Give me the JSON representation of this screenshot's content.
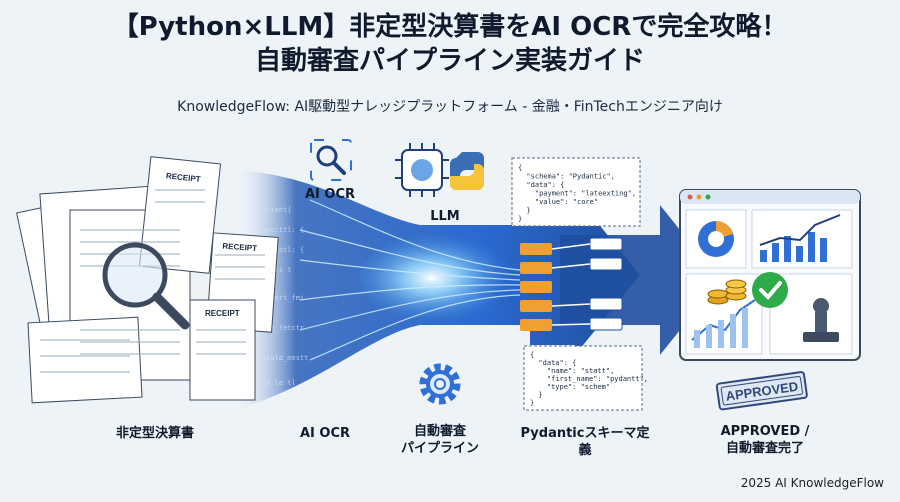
{
  "header": {
    "title_line1": "【Python×LLM】非定型決算書をAI OCRで完全攻略！",
    "title_line2": "自動審査パイプライン実装ガイド",
    "subtitle": "KnowledgeFlow: AI駆動型ナレッジプラットフォーム - 金融・FinTechエンジニア向け"
  },
  "top_labels": {
    "ai_ocr": "AI OCR",
    "llm": "LLM"
  },
  "bottom_labels": {
    "documents": "非定型決算書",
    "ai_ocr": "AI OCR",
    "pipeline_line1": "自動審査",
    "pipeline_line2": "パイプライン",
    "schema": "Pydanticスキーマ定義",
    "approved_line1": "APPROVED /",
    "approved_line2": "自動審査完了"
  },
  "receipt_label": "RECEIPT",
  "stamp_text": "APPROVED",
  "code_top": [
    "{",
    "  \"schema\": \"Pydantic\",",
    "  \"data\": {",
    "    \"payment\": \"lateexting\",",
    "    \"value\": \"core\"",
    "  }",
    "}"
  ],
  "code_bottom": [
    "{",
    "  \"data\": {",
    "    \"name\": \"statt\",",
    "    \"first_name\": \"pydantt\",",
    "    \"type\": \"schem\"",
    "  }",
    "}"
  ],
  "footer": "2025 AI KnowledgeFlow",
  "colors": {
    "accent": "#2f6fd6",
    "navy": "#1c3f8a",
    "orange": "#f0a030",
    "green": "#2eaa4a"
  }
}
